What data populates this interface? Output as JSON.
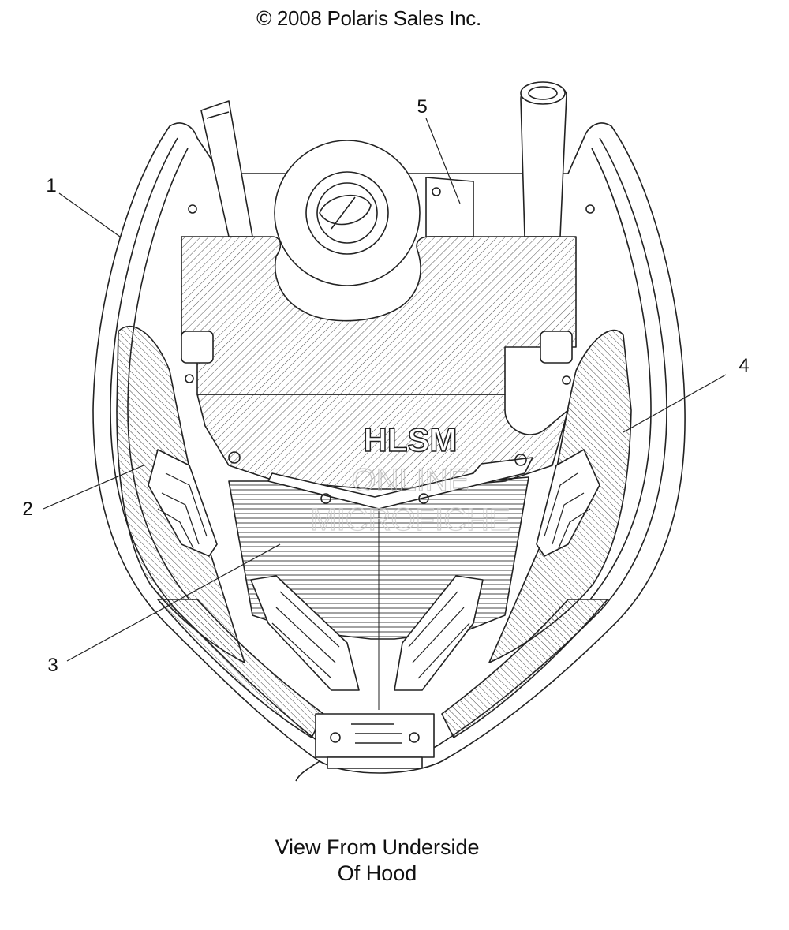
{
  "copyright": "© 2008 Polaris Sales Inc.",
  "callouts": [
    "1",
    "2",
    "3",
    "4",
    "5"
  ],
  "stamp_text": "HLSM",
  "watermark": [
    "ONLINE",
    "MICROFICHE"
  ],
  "caption": {
    "line1": "View From Underside",
    "line2": "Of Hood"
  }
}
